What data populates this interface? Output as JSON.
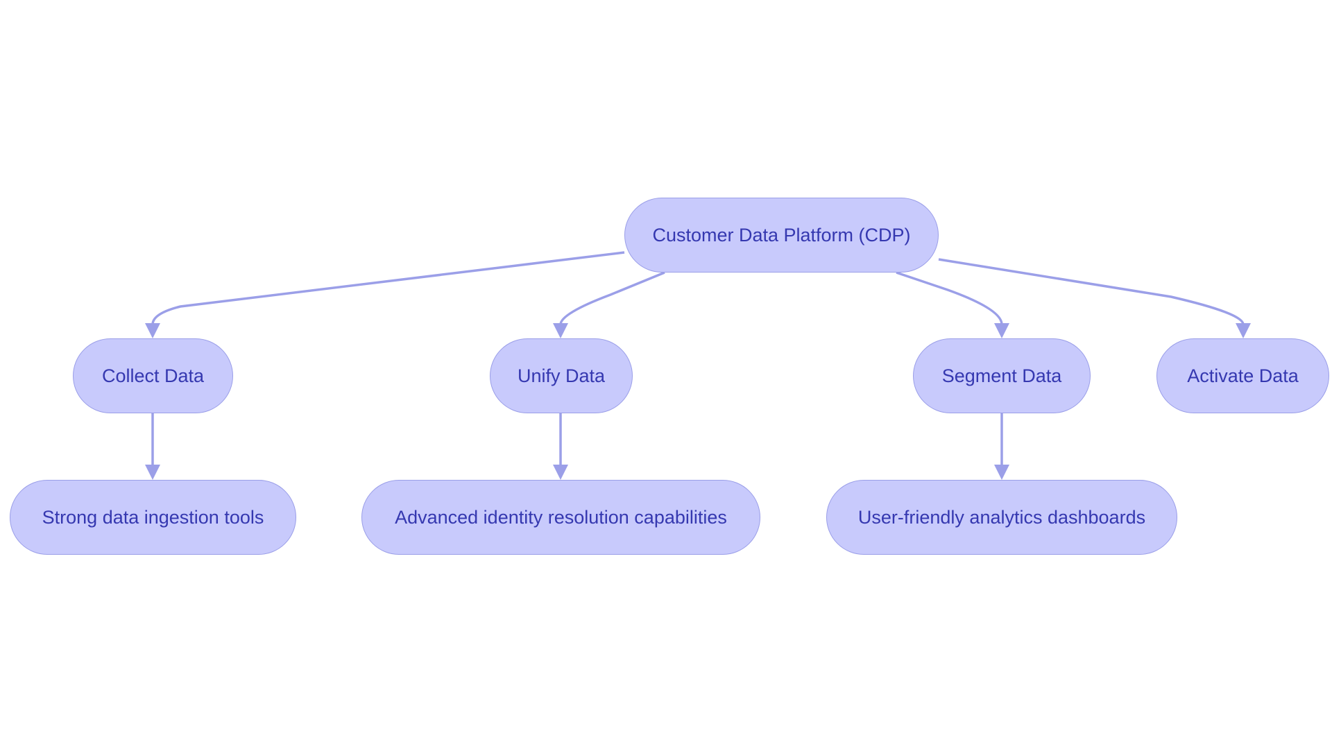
{
  "colors": {
    "node_fill": "#c8cafc",
    "node_border": "#9a9ee8",
    "edge": "#9b9fe8",
    "text": "#3538b0",
    "background": "#ffffff"
  },
  "nodes": {
    "root": "Customer Data Platform (CDP)",
    "collect": "Collect Data",
    "unify": "Unify Data",
    "segment": "Segment Data",
    "activate": "Activate Data",
    "strong": "Strong data ingestion tools",
    "advanced": "Advanced identity resolution capabilities",
    "user_friendly": "User-friendly analytics dashboards"
  },
  "edges": [
    {
      "from": "root",
      "to": "collect"
    },
    {
      "from": "root",
      "to": "unify"
    },
    {
      "from": "root",
      "to": "segment"
    },
    {
      "from": "root",
      "to": "activate"
    },
    {
      "from": "collect",
      "to": "strong"
    },
    {
      "from": "unify",
      "to": "advanced"
    },
    {
      "from": "segment",
      "to": "user_friendly"
    }
  ]
}
